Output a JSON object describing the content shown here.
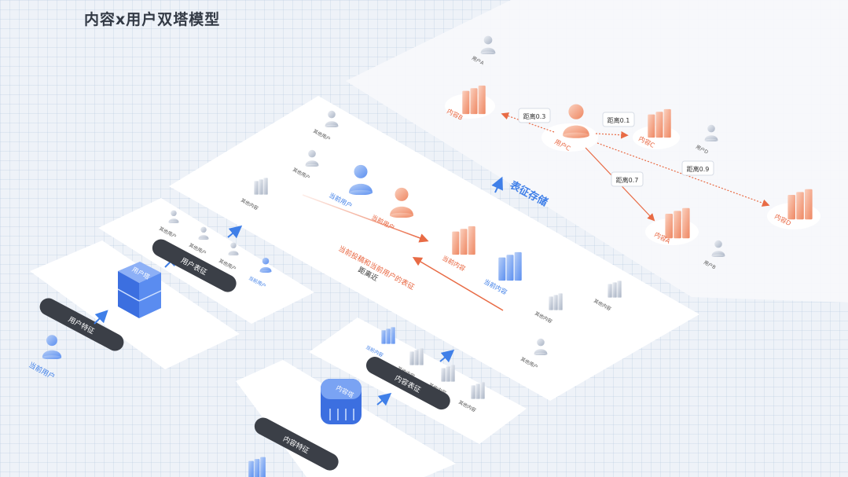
{
  "title": "内容x用户双塔模型",
  "labels": {
    "user_feature": "用户特征",
    "user_tower": "用户塔",
    "user_vector": "用户表征",
    "content_feature": "内容特征",
    "content_tower": "内容塔",
    "content_vector": "内容表征",
    "vector_store": "表征存储",
    "current_user": "当前用户",
    "current_content": "当前内容",
    "other_user": "其他用户",
    "other_content": "其他内容",
    "similarity_line1": "当前投稿和当前用户的表征",
    "similarity_line2": "距离近",
    "user_c": "用户C",
    "user_a": "用户A",
    "user_b": "用户B",
    "user_d": "用户D",
    "content_a": "内容A",
    "content_b": "内容B",
    "content_c": "内容C",
    "content_d": "内容D",
    "dist_b": "距离0.3",
    "dist_c": "距离0.1",
    "dist_a": "距离0.7",
    "dist_d": "距离0.9"
  },
  "colors": {
    "blue": "#3f7fe8",
    "orange": "#ea7c57",
    "dark_pill": "#3b3f47",
    "platform": "#ffffff"
  }
}
